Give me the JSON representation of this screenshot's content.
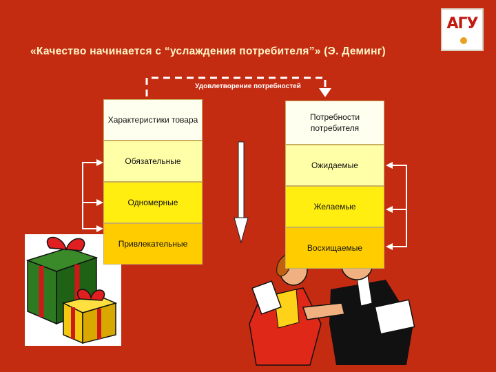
{
  "title": "«Качество начинается с “услаждения потребителя”» (Э. Деминг)",
  "logo_text": "АГУ",
  "top_label": "Удовлетворение потребностей",
  "left_column": {
    "header": "Характеристики товара",
    "items": [
      "Обязательные",
      "Одномерные",
      "Привлекательные"
    ]
  },
  "right_column": {
    "header": "Потребности потребителя",
    "items": [
      "Ожидаемые",
      "Желаемые",
      "Восхищаемые"
    ]
  },
  "colors": {
    "background": "#c42c12",
    "title": "#fff7c8",
    "box_white": "#fffff0",
    "box_pale": "#ffffa8",
    "box_yellow": "#ffee10",
    "box_orange": "#ffcc00"
  }
}
